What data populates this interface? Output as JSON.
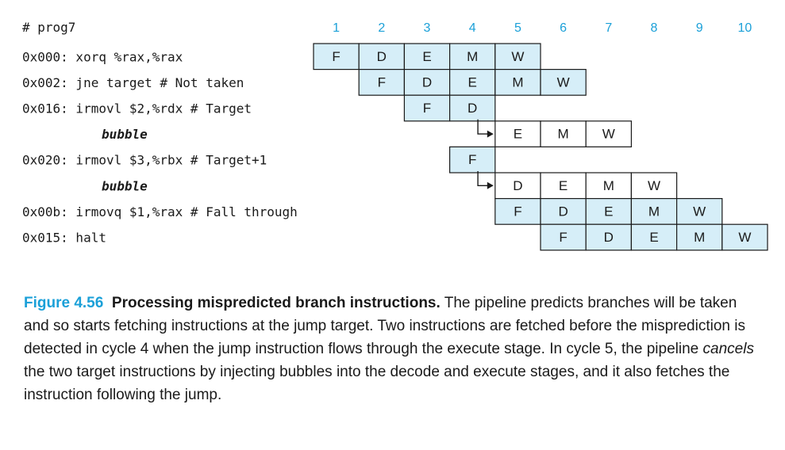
{
  "diagram": {
    "program_label": "# prog7",
    "cycles": [
      "1",
      "2",
      "3",
      "4",
      "5",
      "6",
      "7",
      "8",
      "9",
      "10"
    ],
    "rows": [
      {
        "label": "0x000: xorq %rax,%rax",
        "bubble": false,
        "stages": [
          {
            "t": "F",
            "c": 1,
            "hl": true
          },
          {
            "t": "D",
            "c": 2,
            "hl": true
          },
          {
            "t": "E",
            "c": 3,
            "hl": true
          },
          {
            "t": "M",
            "c": 4,
            "hl": true
          },
          {
            "t": "W",
            "c": 5,
            "hl": true
          }
        ]
      },
      {
        "label": "0x002: jne target # Not taken",
        "bubble": false,
        "stages": [
          {
            "t": "F",
            "c": 2,
            "hl": true
          },
          {
            "t": "D",
            "c": 3,
            "hl": true
          },
          {
            "t": "E",
            "c": 4,
            "hl": true
          },
          {
            "t": "M",
            "c": 5,
            "hl": true
          },
          {
            "t": "W",
            "c": 6,
            "hl": true
          }
        ]
      },
      {
        "label": "0x016: irmovl $2,%rdx # Target",
        "bubble": false,
        "stages": [
          {
            "t": "F",
            "c": 3,
            "hl": true
          },
          {
            "t": "D",
            "c": 4,
            "hl": true
          }
        ]
      },
      {
        "label": "bubble",
        "bubble": true,
        "arrow_from": 4,
        "stages": [
          {
            "t": "E",
            "c": 5,
            "hl": false
          },
          {
            "t": "M",
            "c": 6,
            "hl": false
          },
          {
            "t": "W",
            "c": 7,
            "hl": false
          }
        ]
      },
      {
        "label": "0x020: irmovl $3,%rbx # Target+1",
        "bubble": false,
        "stages": [
          {
            "t": "F",
            "c": 4,
            "hl": true
          }
        ]
      },
      {
        "label": "bubble",
        "bubble": true,
        "arrow_from": 4,
        "stages": [
          {
            "t": "D",
            "c": 5,
            "hl": false
          },
          {
            "t": "E",
            "c": 6,
            "hl": false
          },
          {
            "t": "M",
            "c": 7,
            "hl": false
          },
          {
            "t": "W",
            "c": 8,
            "hl": false
          }
        ]
      },
      {
        "label": "0x00b: irmovq $1,%rax # Fall through",
        "bubble": false,
        "stages": [
          {
            "t": "F",
            "c": 5,
            "hl": true
          },
          {
            "t": "D",
            "c": 6,
            "hl": true
          },
          {
            "t": "E",
            "c": 7,
            "hl": true
          },
          {
            "t": "M",
            "c": 8,
            "hl": true
          },
          {
            "t": "W",
            "c": 9,
            "hl": true
          }
        ]
      },
      {
        "label": "0x015: halt",
        "bubble": false,
        "stages": [
          {
            "t": "F",
            "c": 6,
            "hl": true
          },
          {
            "t": "D",
            "c": 7,
            "hl": true
          },
          {
            "t": "E",
            "c": 8,
            "hl": true
          },
          {
            "t": "M",
            "c": 9,
            "hl": true
          },
          {
            "t": "W",
            "c": 10,
            "hl": true
          }
        ]
      }
    ]
  },
  "caption": {
    "figure_number": "Figure 4.56",
    "title": "Processing mispredicted branch instructions.",
    "text_1": " The pipeline predicts branches will be taken and so starts fetching instructions at the jump target. Two instructions are fetched before the misprediction is detected in cycle 4 when the jump instruction flows through the execute stage. In cycle 5, the pipeline ",
    "emphasis": "cancels",
    "text_2": " the two target instructions by injecting bubbles into the decode and execute stages, and it also fetches the instruction following the jump."
  },
  "colors": {
    "accent": "#1ba0d8",
    "stage_fill": "#d6eef8"
  }
}
